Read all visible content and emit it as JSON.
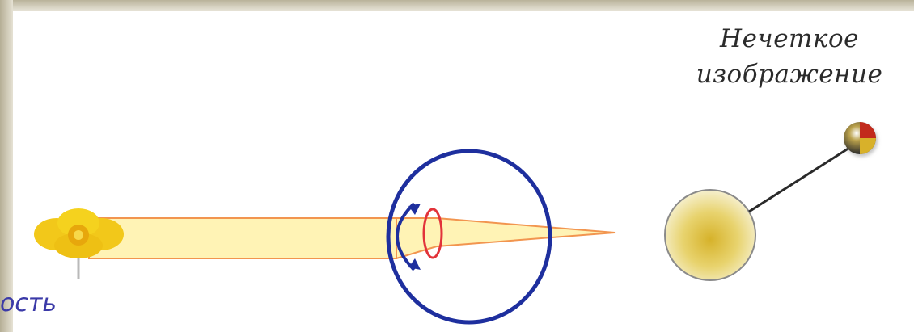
{
  "diagram": {
    "caption_title": [
      "Нечеткое",
      "изображение"
    ],
    "bottom_label": "ость",
    "colors": {
      "beam_fill": "#fff4b0",
      "beam_edge": "#f39a5a",
      "eye_outline": "#1d2f9c",
      "lens_outline": "#e0353b",
      "flower": "#f3cc1a",
      "image_circle": "#d9b93a"
    }
  }
}
